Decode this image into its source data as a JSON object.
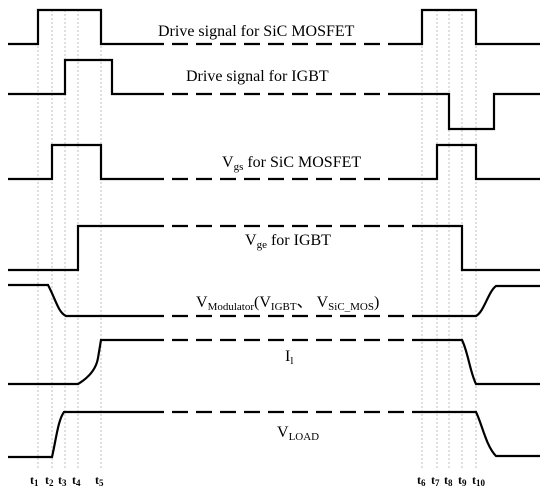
{
  "labels": {
    "drive_sic": "Drive signal for SiC MOSFET",
    "drive_igbt": "Drive signal for IGBT",
    "vgs_main": "V",
    "vgs_sub": "gs",
    "vgs_rest": " for SiC MOSFET",
    "vge_main": "V",
    "vge_sub": "ge",
    "vge_rest": " for IGBT",
    "vmod_main": "V",
    "vmod_sub": "Modulator",
    "vmod_open": "(V",
    "vmod_sub2": "IGBT",
    "vmod_sep": "、 V",
    "vmod_sub3": "SiC_MOS",
    "vmod_close": ")",
    "il_main": "I",
    "il_sub": "l",
    "vload_main": "V",
    "vload_sub": "LOAD"
  },
  "time_ticks": [
    {
      "main": "t",
      "sub": "1"
    },
    {
      "main": "t",
      "sub": "2"
    },
    {
      "main": "t",
      "sub": "3"
    },
    {
      "main": "t",
      "sub": "4"
    },
    {
      "main": "t",
      "sub": "5"
    },
    {
      "main": "t",
      "sub": "6"
    },
    {
      "main": "t",
      "sub": "7"
    },
    {
      "main": "t",
      "sub": "8"
    },
    {
      "main": "t",
      "sub": "9"
    },
    {
      "main": "t",
      "sub": "10"
    }
  ]
}
